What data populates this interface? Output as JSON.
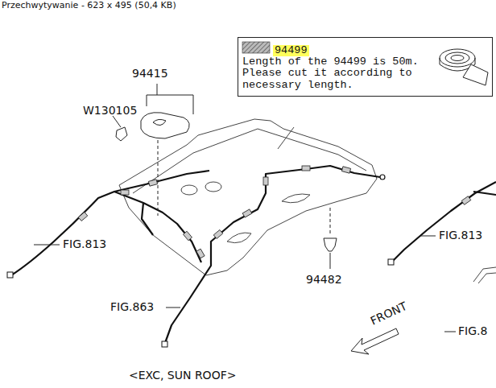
{
  "diagram": {
    "nodes": [
      {
        "text": [
          "94499",
          "Length of the 94499 is 50m. Please cut it according to necessary length."
        ]
      }
    ],
    "edges": [],
    "labels": [
      "Przechwytywanie - 623 x 495 (50,4 KB)",
      "94415",
      "W130105",
      "FIG.813",
      "FIG.863",
      "94482",
      "FIG.813",
      "FIG.8",
      "FRONT",
      "<EXC, SUN ROOF>"
    ]
  }
}
